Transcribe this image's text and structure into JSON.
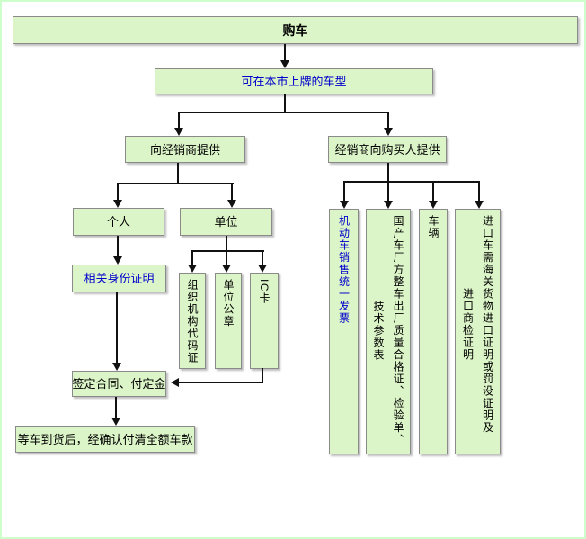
{
  "colors": {
    "box_fill": "#dcf5c8",
    "box_border": "#8a8a8a",
    "frame_border": "#ccffcc",
    "text_black": "#000000",
    "text_blue": "#0000cc",
    "connector": "#111111"
  },
  "flowchart": {
    "nodes": {
      "purchase": "购车",
      "city_models": "可在本市上牌的车型",
      "provide_to_dealer": "向经销商提供",
      "dealer_to_buyer": "经销商向购买人提供",
      "personal": "个人",
      "unit": "单位",
      "identity_proof": "相关身份证明",
      "org_code_cert": "组织机构代码证",
      "unit_seal": "单位公章",
      "ic_card": "IC卡",
      "sign_contract": "签定合同、付定金",
      "final_payment": "等车到货后，经确认付清全额车款",
      "sales_invoice": "机动车销售统一发票",
      "domestic_cert_line1": "国产车厂方整车出厂质量合格证、检验单、",
      "domestic_cert_line2": "技术参数表",
      "vehicle": "车辆",
      "import_cert_line1": "进口车需海关货物进口证明或罚没证明及",
      "import_cert_line2": "进口商检证明"
    }
  }
}
